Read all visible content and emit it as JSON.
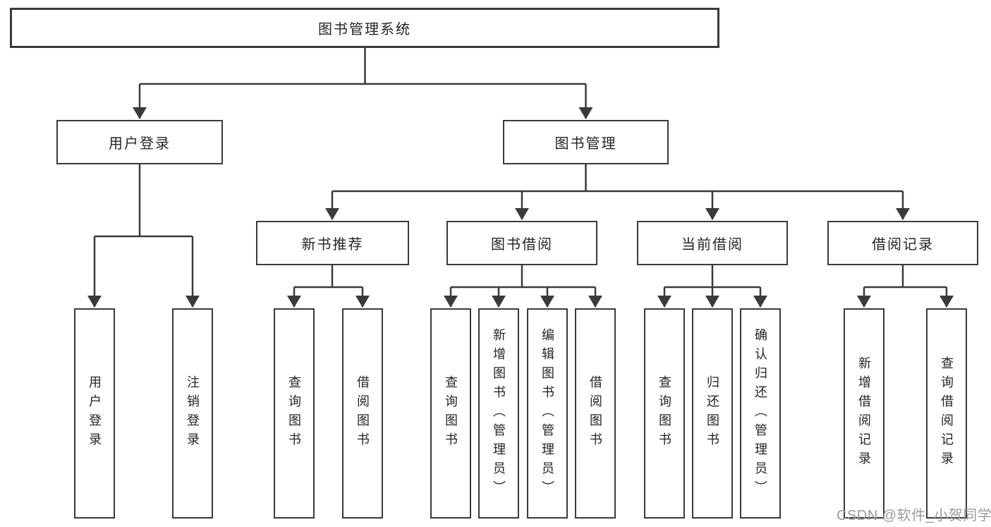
{
  "diagram": {
    "root": "图书管理系统",
    "login_branch": {
      "label": "用户登录",
      "children": [
        "用户登录",
        "注销登录"
      ]
    },
    "management_branch": {
      "label": "图书管理",
      "sections": [
        {
          "label": "新书推荐",
          "children": [
            "查询图书",
            "借阅图书"
          ]
        },
        {
          "label": "图书借阅",
          "children": [
            "查询图书",
            "新增图书（管理员）",
            "编辑图书（管理员）",
            "借阅图书"
          ]
        },
        {
          "label": "当前借阅",
          "children": [
            "查询图书",
            "归还图书",
            "确认归还（管理员）"
          ]
        },
        {
          "label": "借阅记录",
          "children": [
            "新增借阅记录",
            "查询借阅记录"
          ]
        }
      ]
    }
  },
  "watermark": "CSDN @软件_小贺同学",
  "colors": {
    "line": "#3a3a3a",
    "box_border": "#3a3a3a",
    "text": "#242424",
    "watermark": "#9b9b9b",
    "background": "#ffffff"
  }
}
